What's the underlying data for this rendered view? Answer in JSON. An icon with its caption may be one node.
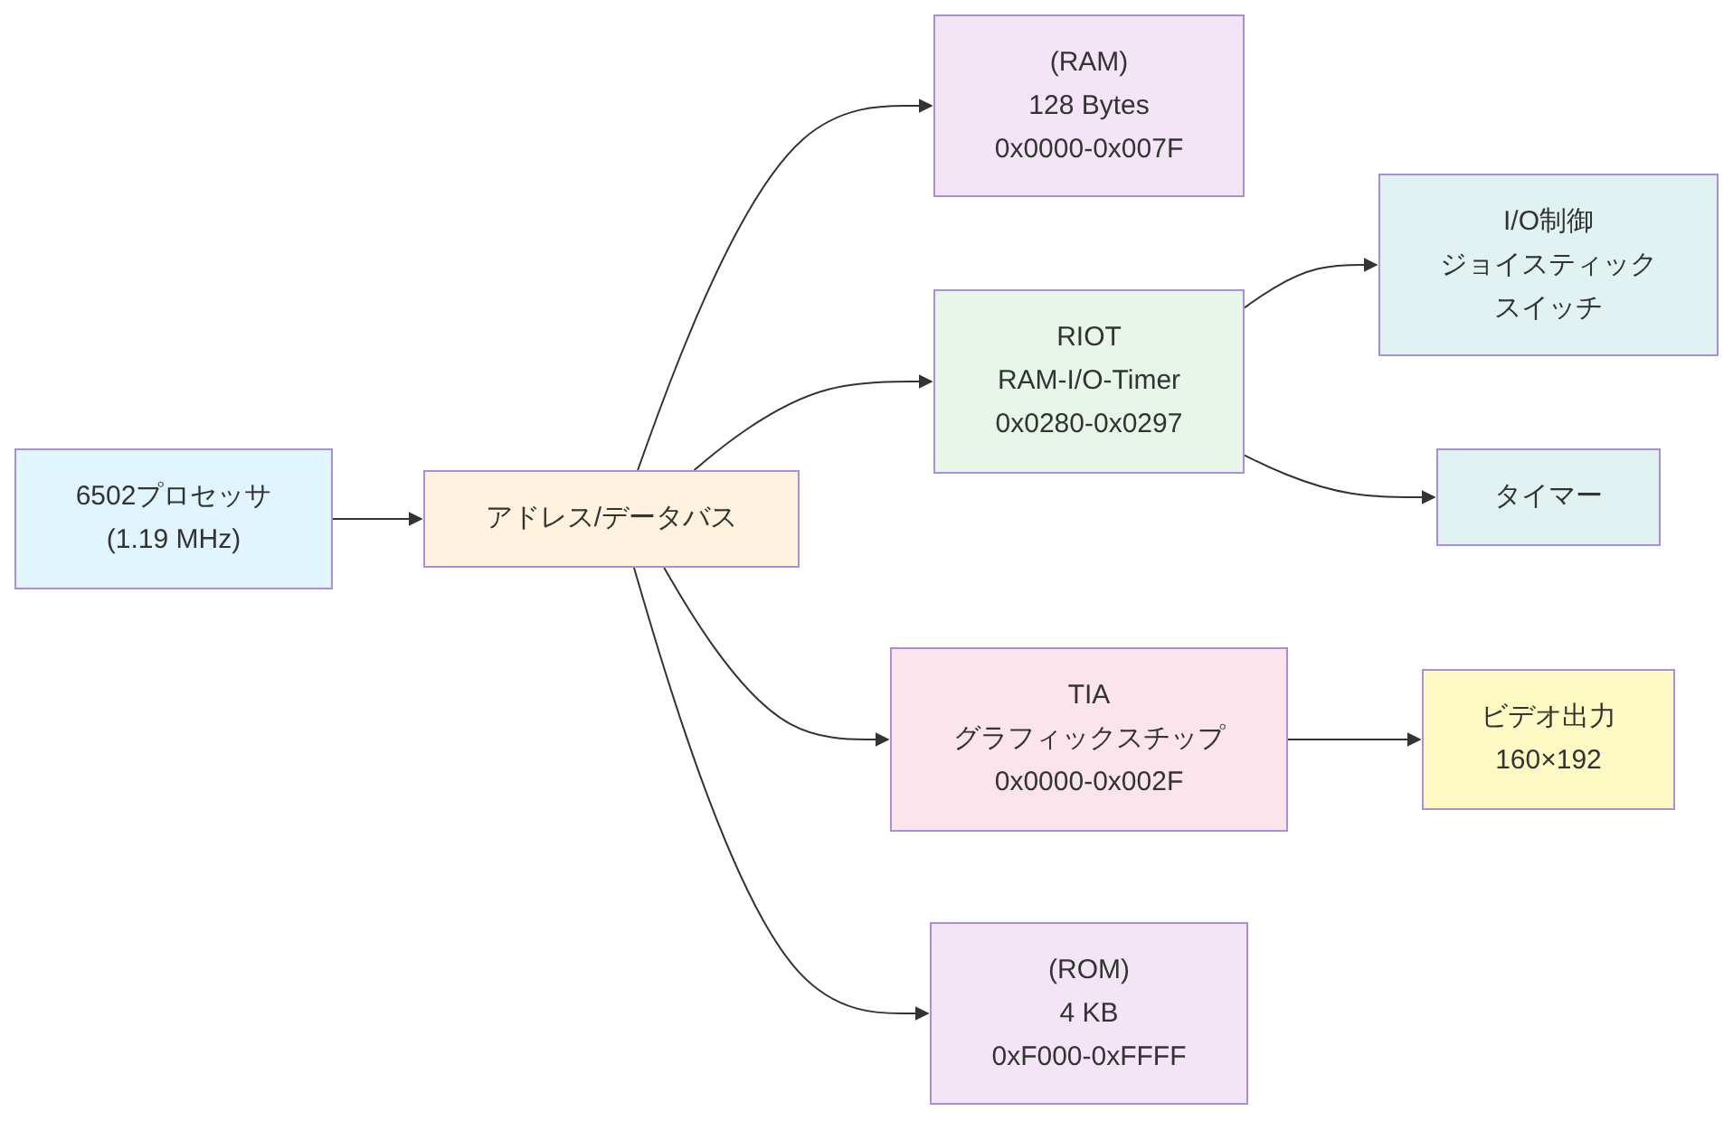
{
  "diagram": {
    "nodes": [
      {
        "text": [
          "6502プロセッサ",
          "(1.19 MHz)"
        ]
      },
      {
        "text": [
          "アドレス/データバス"
        ]
      },
      {
        "text": [
          "(RAM)",
          "128 Bytes",
          "0x0000-0x007F"
        ]
      },
      {
        "text": [
          "RIOT",
          "RAM-I/O-Timer",
          "0x0280-0x0297"
        ]
      },
      {
        "text": [
          "I/O制御",
          "ジョイスティック",
          "スイッチ"
        ]
      },
      {
        "text": [
          "タイマー"
        ]
      },
      {
        "text": [
          "TIA",
          "グラフィックスチップ",
          "0x0000-0x002F"
        ]
      },
      {
        "text": [
          "ビデオ出力",
          "160×192"
        ]
      },
      {
        "text": [
          "(ROM)",
          "4 KB",
          "0xF000-0xFFFF"
        ]
      }
    ],
    "edges": [
      {
        "from": 0,
        "to": 1,
        "arrow": "to"
      },
      {
        "from": 1,
        "to": 2,
        "arrow": "to"
      },
      {
        "from": 1,
        "to": 3,
        "arrow": "to"
      },
      {
        "from": 1,
        "to": 6,
        "arrow": "to"
      },
      {
        "from": 1,
        "to": 8,
        "arrow": "to"
      },
      {
        "from": 3,
        "to": 4,
        "arrow": "to"
      },
      {
        "from": 3,
        "to": 5,
        "arrow": "to"
      },
      {
        "from": 6,
        "to": 7,
        "arrow": "to"
      }
    ]
  }
}
